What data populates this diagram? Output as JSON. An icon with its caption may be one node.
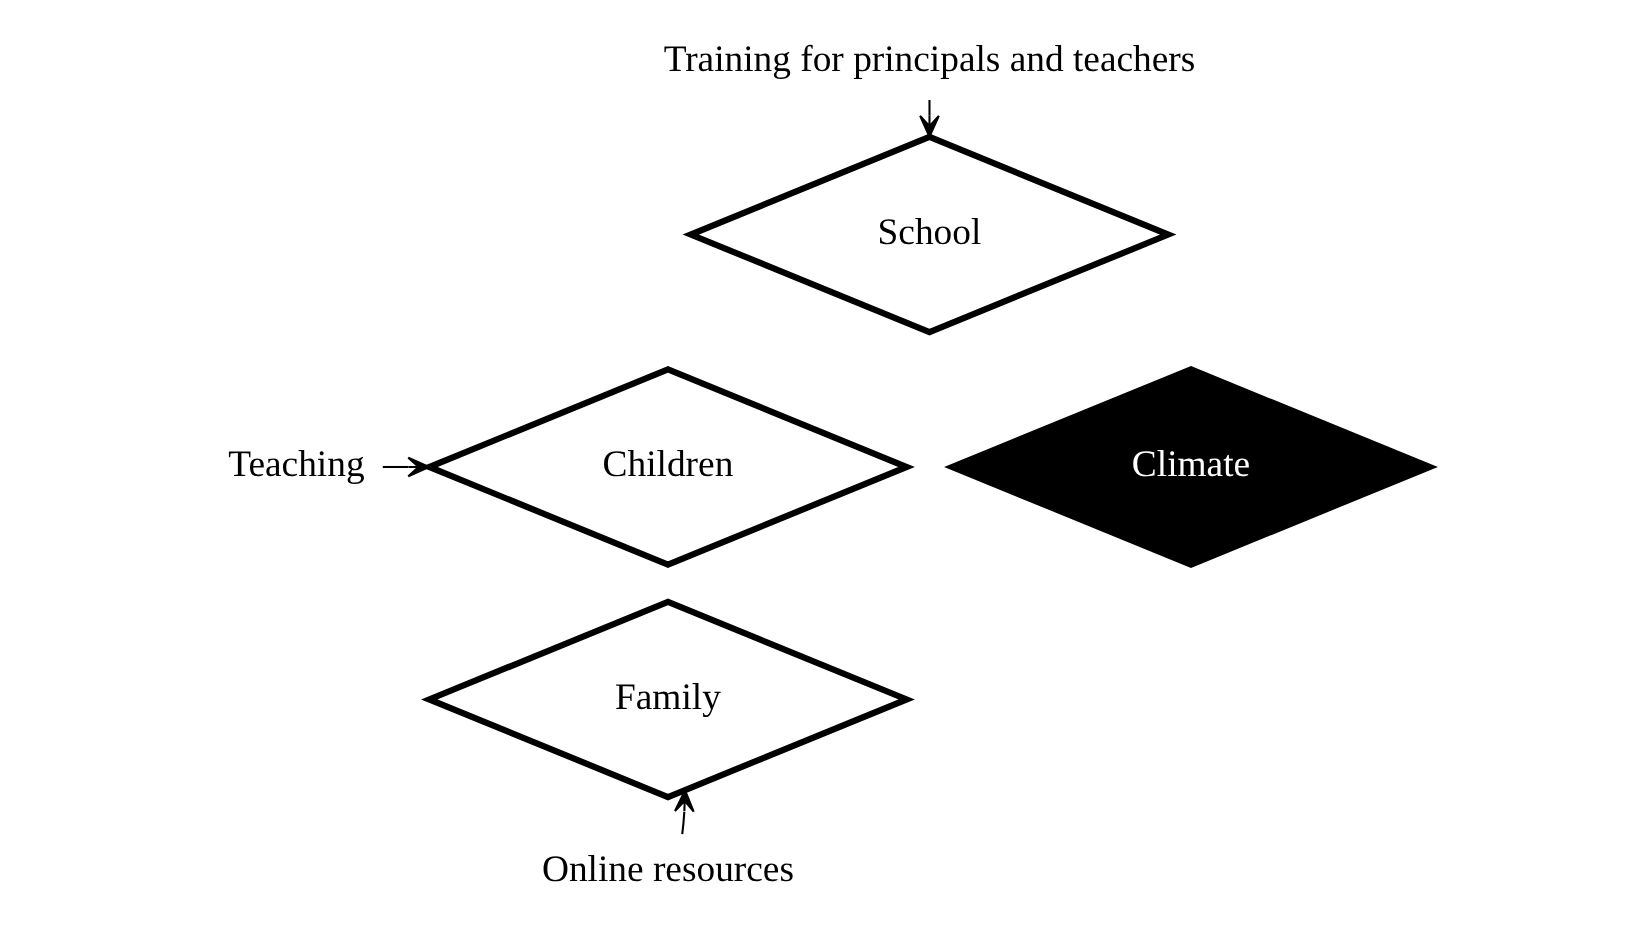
{
  "diagram": {
    "nodes": [
      {
        "text": [
          "Training for principals and teachers"
        ]
      },
      {
        "text": [
          "School"
        ]
      },
      {
        "text": [
          "Teaching"
        ]
      },
      {
        "text": [
          "Children"
        ]
      },
      {
        "text": [
          "Climate"
        ]
      },
      {
        "text": [
          "Family"
        ]
      },
      {
        "text": [
          "Online resources"
        ]
      }
    ],
    "edges": [
      {
        "from": 0,
        "to": 1,
        "arrow": "to"
      },
      {
        "from": 2,
        "to": 3,
        "arrow": "to"
      },
      {
        "from": 6,
        "to": 5,
        "arrow": "to"
      }
    ]
  }
}
